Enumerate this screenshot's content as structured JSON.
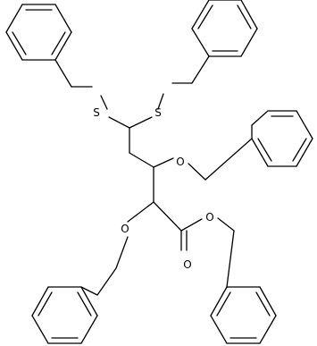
{
  "molecule": {
    "atom_labels": [
      {
        "id": "S1",
        "text": "S"
      },
      {
        "id": "S2",
        "text": "S"
      },
      {
        "id": "O1",
        "text": "O"
      },
      {
        "id": "O2",
        "text": "O"
      },
      {
        "id": "O3",
        "text": "O"
      },
      {
        "id": "O4",
        "text": "O"
      }
    ]
  },
  "colors": {
    "line": "#000000",
    "background": "#ffffff"
  }
}
